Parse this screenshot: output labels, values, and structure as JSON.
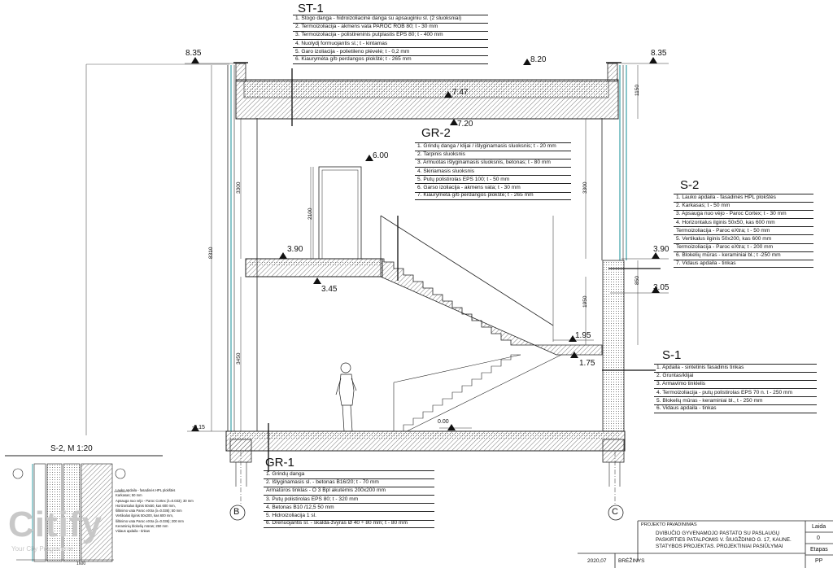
{
  "sections": {
    "st1": {
      "title": "ST-1",
      "layers": [
        "1. Stogo danga - hidroizoliacinė danga su apsauginiu sl. (2 sluoksniai)",
        "2. Termoizoliacija - akmens vata PAROC ROB 80; t - 30 mm",
        "3. Termoizoliacija - polistireninis putplastis EPS 80; t - 400 mm",
        "4. Nuolydį formuojantis sl.; t - kintamas",
        "5. Garo izoliacija - polietileno plėvelė; t - 0,2 mm",
        "6. Kiaurymėta g/b perdangos plokštė; t - 265 mm"
      ]
    },
    "gr2": {
      "title": "GR-2",
      "layers": [
        "1. Grindų danga / klijai / išlyginamasis sluoksnis; t - 20 mm",
        "2. Tarpinis sluoksnis",
        "3. Armuotas išlyginamasis sluoksnis, betonas; t - 80 mm",
        "4. Skiriamasis sluoksnis",
        "5. Putų polistirolas EPS 100; t - 50 mm",
        "6. Garso izoliacija - akmens vata; t - 30 mm",
        "7. Kiaurymėta g/b perdangos plokštė; t - 265 mm"
      ]
    },
    "s2": {
      "title": "S-2",
      "layers": [
        "1. Lauko apdaila - fasadinės HPL plokštės",
        "2. Karkasas; t - 50 mm",
        "3. Apsauga nuo vėjo - Paroc Cortex; t - 30 mm",
        "4. Horizontalus ilginis 50x50, kas 600 mm",
        "Termoizoliacija - Paroc eXtra; t - 50 mm",
        "5. Vertikalus ilginis 50x200, kas 600 mm",
        "Termoizoliacija - Paroc eXtra; t - 200 mm",
        "6. Blokelių mūras - keraminiai bl.; t -250 mm",
        "7. Vidaus apdaila - tinkas"
      ]
    },
    "s1": {
      "title": "S-1",
      "layers": [
        "1. Apdaila - sintetinis fasadinis tinkas",
        "2. Gruntas/klijai",
        "3. Armavimo tinklelis",
        "4. Termoizoliacija - putų polistirolas EPS 70 n. t - 250 mm",
        "5. Blokelių mūras - keraminiai bl., t - 250 mm",
        "6. Vidaus apdaila - tinkas"
      ]
    },
    "gr1": {
      "title": "GR-1",
      "layers": [
        "1. Grindų danga",
        "2. Išlyginamasis sl. - betonas B16/20; t - 70 mm",
        "Armatūros tinklas - O 3 Bpl akutėmis 200x200 mm",
        "3. Putų polistirolas EPS 80; t - 320 mm",
        "4. Betonas B10 /12,5  50 mm",
        "5. Hidroizoliacija 1 sl.",
        "6. Drenuojantis sl. - skalda-žvyras Ø 40 ÷ 80 mm; t - 80 mm"
      ]
    }
  },
  "levels": [
    "8.35",
    "8.20",
    "8.35",
    "7.47",
    "7.20",
    "6.00",
    "3.90",
    "3.90",
    "3.45",
    "3.05",
    "1.95",
    "1.75",
    "0.00",
    "-0.15"
  ],
  "dimensions": [
    "8310",
    "3300",
    "2100",
    "3450",
    "3300",
    "850",
    "1950",
    "1150",
    "1600"
  ],
  "axes": [
    "B",
    "C"
  ],
  "detail": {
    "title": "S-2, M 1:20",
    "layers": [
      "Lauko apdaila - fasadinės HPL plokštės",
      "Karkasas; 50 mm",
      "Apsauga nuo vėjo - Paroc Cortex (λ=0.033); 30 mm",
      "Horizontalus ilginis 50x50, kas 600 mm,",
      "šiltinimo vata Paroc eXtra (λ=0.036); 50 mm",
      "Vertikalus ilginis 50x200, kas 600 mm,",
      "šiltinimo vata Paroc eXtra (λ=0.036); 200 mm",
      "Keraminių blokelių mūras; 250 mm",
      "Vidaus apdaila - tinkas"
    ]
  },
  "title_block": {
    "project_label": "PROJEKTO PAVADINIMAS",
    "project_lines": [
      "DVIBUČIO GYVENAMOJO PASTATO SU PASLAUGŲ",
      "PASKIRTIES PATALPOMIS V. ŠIUGŽDINIO G. 17, KAUNE.",
      "STATYBOS PROJEKTAS. PROJEKTINIAI PASIŪLYMAI"
    ],
    "laida_label": "Laida",
    "laida_value": "0",
    "etapas_label": "Etapas",
    "etapas_value": "PP",
    "date": "2020,07",
    "sheet_label": "BRĖŽINYS"
  },
  "watermark": {
    "brand": "Citify",
    "tagline": "Your City Programme"
  }
}
